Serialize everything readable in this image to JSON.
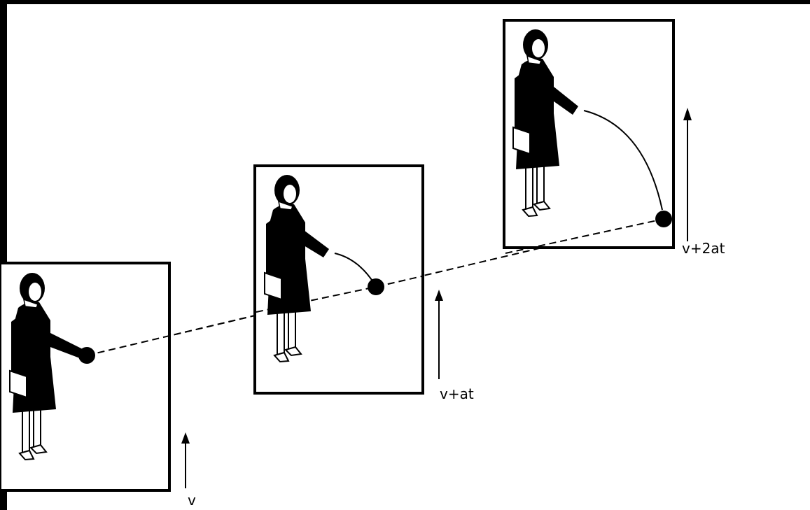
{
  "labels": {
    "frame1_velocity": "v",
    "frame2_velocity": "v+at",
    "frame3_velocity": "v+2at"
  },
  "colors": {
    "background": "#ffffff",
    "border": "#000000",
    "ink": "#000000"
  }
}
